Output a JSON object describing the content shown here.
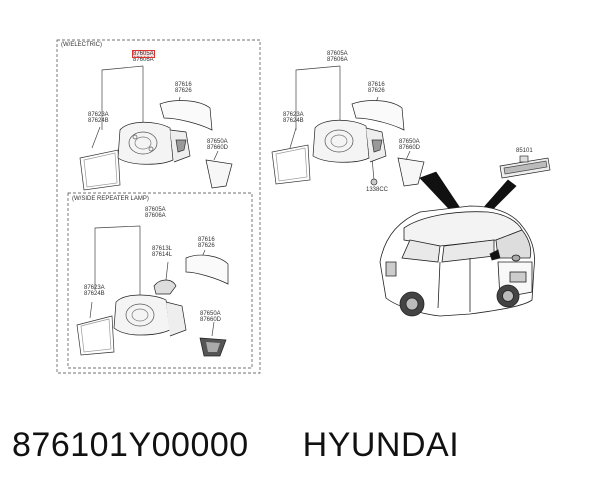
{
  "sections": {
    "electric": "(W/ELECTRIC)",
    "repeater": "(W/SIDE REPEATER LAMP)"
  },
  "labels": {
    "e_top_1": "87605A",
    "e_top_2": "87606A",
    "e_cap_1": "87616",
    "e_cap_2": "87626",
    "e_glass_1": "87623A",
    "e_glass_2": "87624B",
    "e_cover_1": "87650A",
    "e_cover_2": "87660D",
    "r_top_1": "87605A",
    "r_top_2": "87606A",
    "r_lamp_1": "87613L",
    "r_lamp_2": "87614L",
    "r_cap_1": "87616",
    "r_cap_2": "87626",
    "r_glass_1": "87623A",
    "r_glass_2": "87624B",
    "r_cover_1": "87650A",
    "r_cover_2": "87660D",
    "m_top_1": "87605A",
    "m_top_2": "87606A",
    "m_cap_1": "87616",
    "m_cap_2": "87626",
    "m_glass_1": "87623A",
    "m_glass_2": "87624B",
    "m_cover_1": "87650A",
    "m_cover_2": "87660D",
    "screw": "1338CC",
    "inner_mirror": "85101"
  },
  "caption": {
    "part_number": "876101Y00000",
    "brand": "HYUNDAI"
  }
}
